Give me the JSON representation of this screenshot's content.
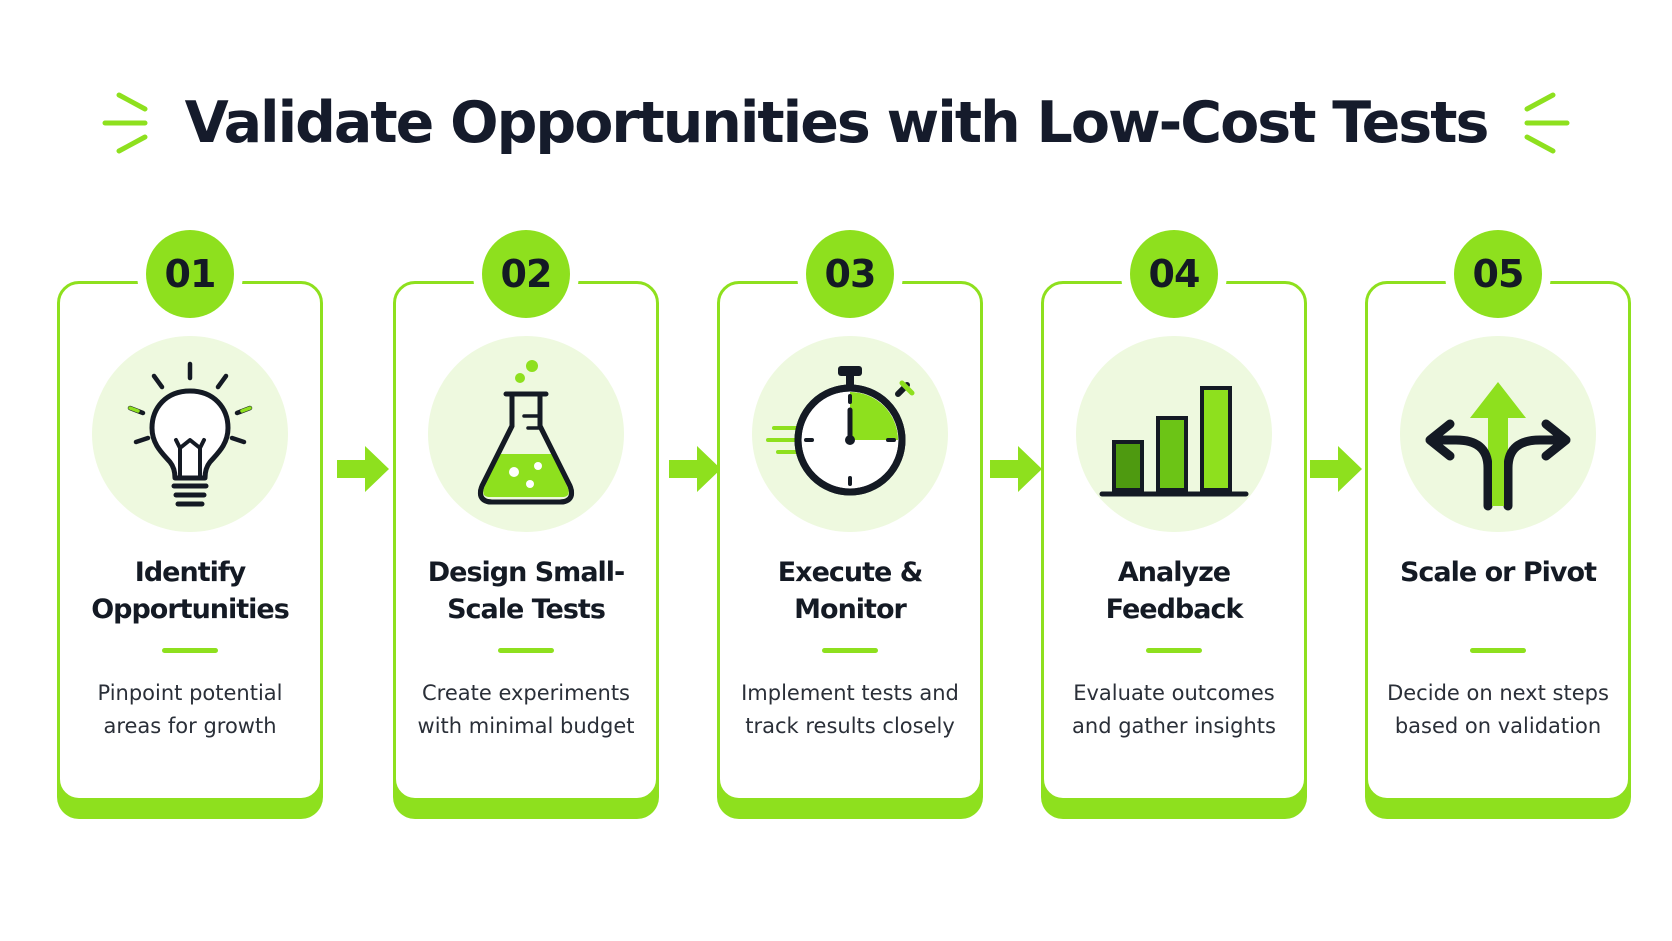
{
  "title": "Validate Opportunities with Low-Cost Tests",
  "colors": {
    "accent": "#8ee01e",
    "accent_dark": "#4e9a10",
    "icon_bg": "#eef9df",
    "ink": "#151b2b"
  },
  "steps": [
    {
      "number": "01",
      "title": "Identify Opportunities",
      "description": "Pinpoint potential areas for growth",
      "icon": "lightbulb-icon"
    },
    {
      "number": "02",
      "title": "Design Small-Scale Tests",
      "description": "Create experiments with minimal budget",
      "icon": "flask-icon"
    },
    {
      "number": "03",
      "title": "Execute & Monitor",
      "description": "Implement tests and track results closely",
      "icon": "stopwatch-icon"
    },
    {
      "number": "04",
      "title": "Analyze Feedback",
      "description": "Evaluate outcomes and gather insights",
      "icon": "bar-chart-icon"
    },
    {
      "number": "05",
      "title": "Scale or Pivot",
      "description": "Decide on next steps based on validation",
      "icon": "split-arrows-icon"
    }
  ]
}
